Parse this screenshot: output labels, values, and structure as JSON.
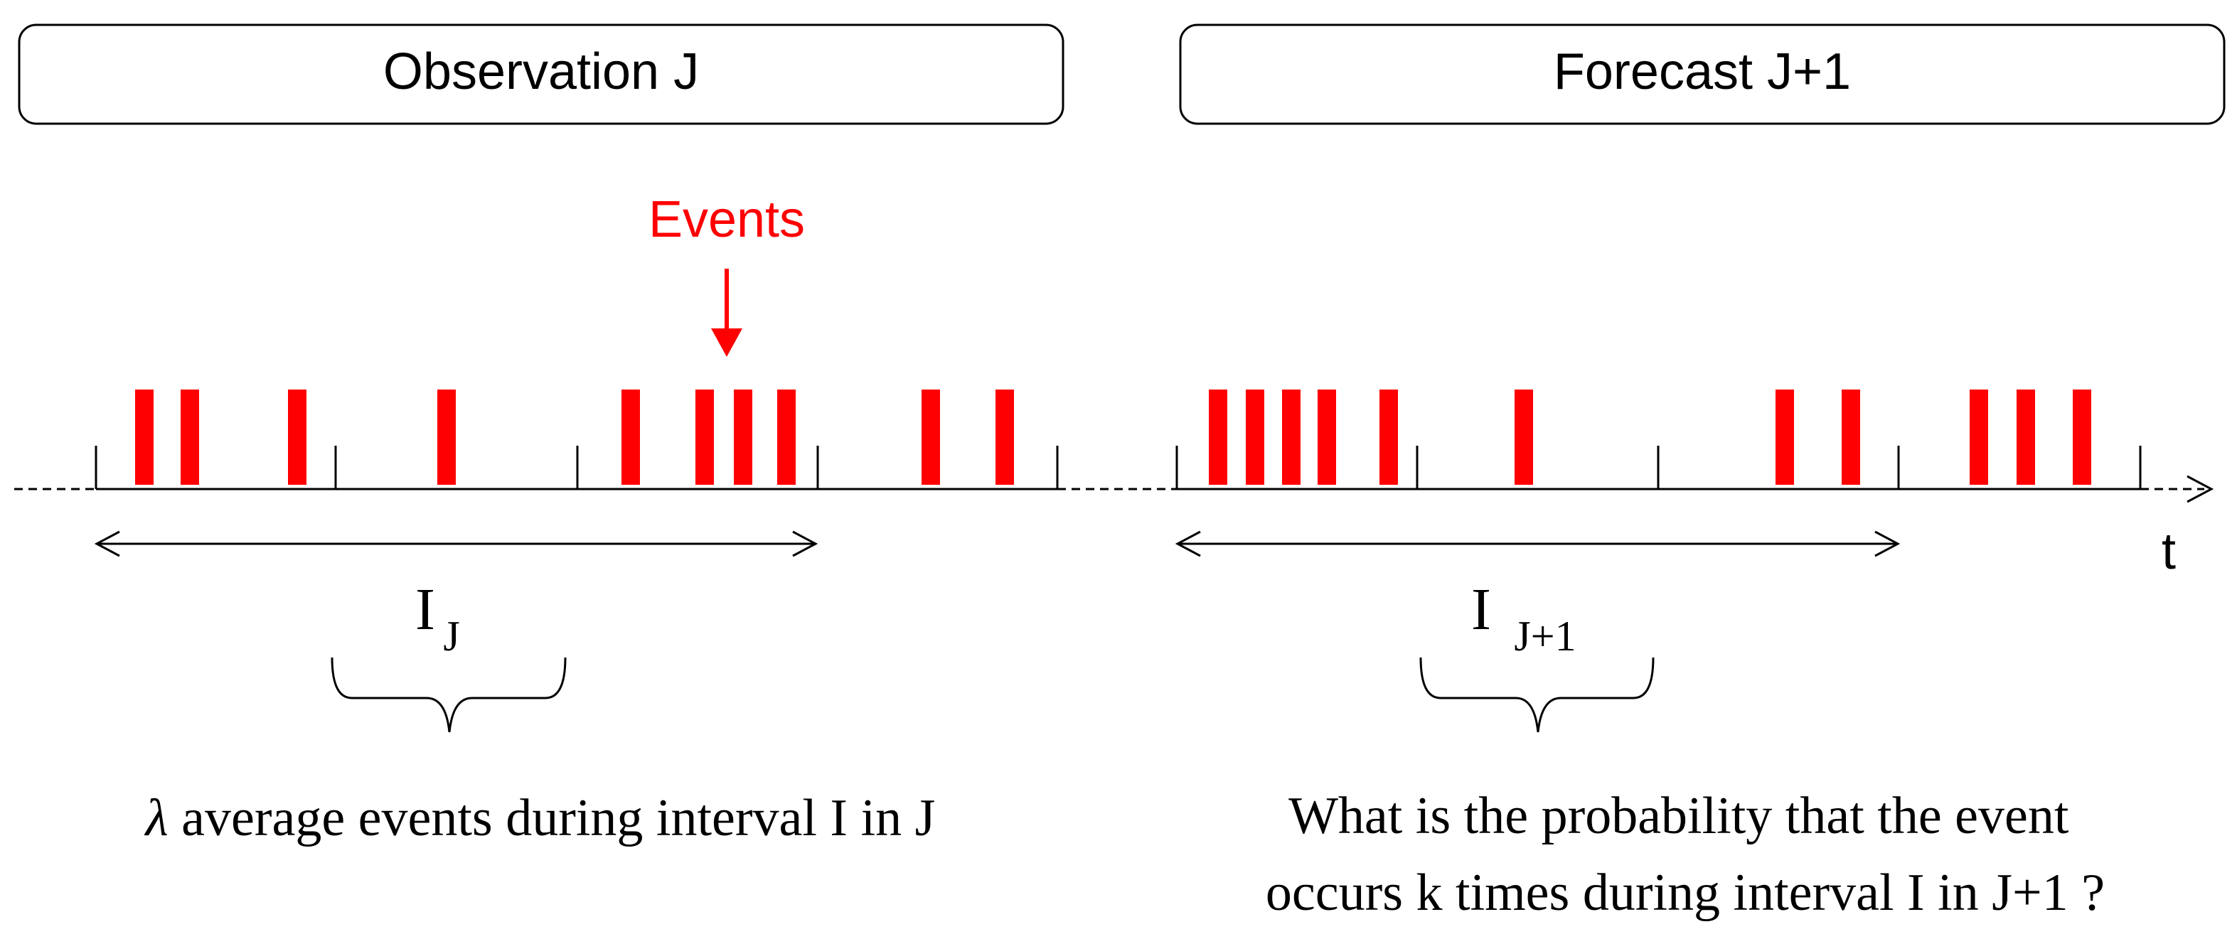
{
  "header": {
    "left_title": "Observation J",
    "right_title": "Forecast J+1"
  },
  "events_label": "Events",
  "axis_label": "t",
  "interval_left": {
    "main": "I",
    "sub": "J"
  },
  "interval_right": {
    "main": "I",
    "sub": "J+1"
  },
  "caption_left": {
    "symbol": "λ",
    "text": " average events during interval I in J"
  },
  "caption_right": {
    "line1": "What is the probability that the event",
    "line2": "occurs k times during interval I in J+1 ?"
  },
  "colors": {
    "event": "#ff0000",
    "line": "#000000",
    "box_border": "#000000",
    "background": "#ffffff"
  }
}
